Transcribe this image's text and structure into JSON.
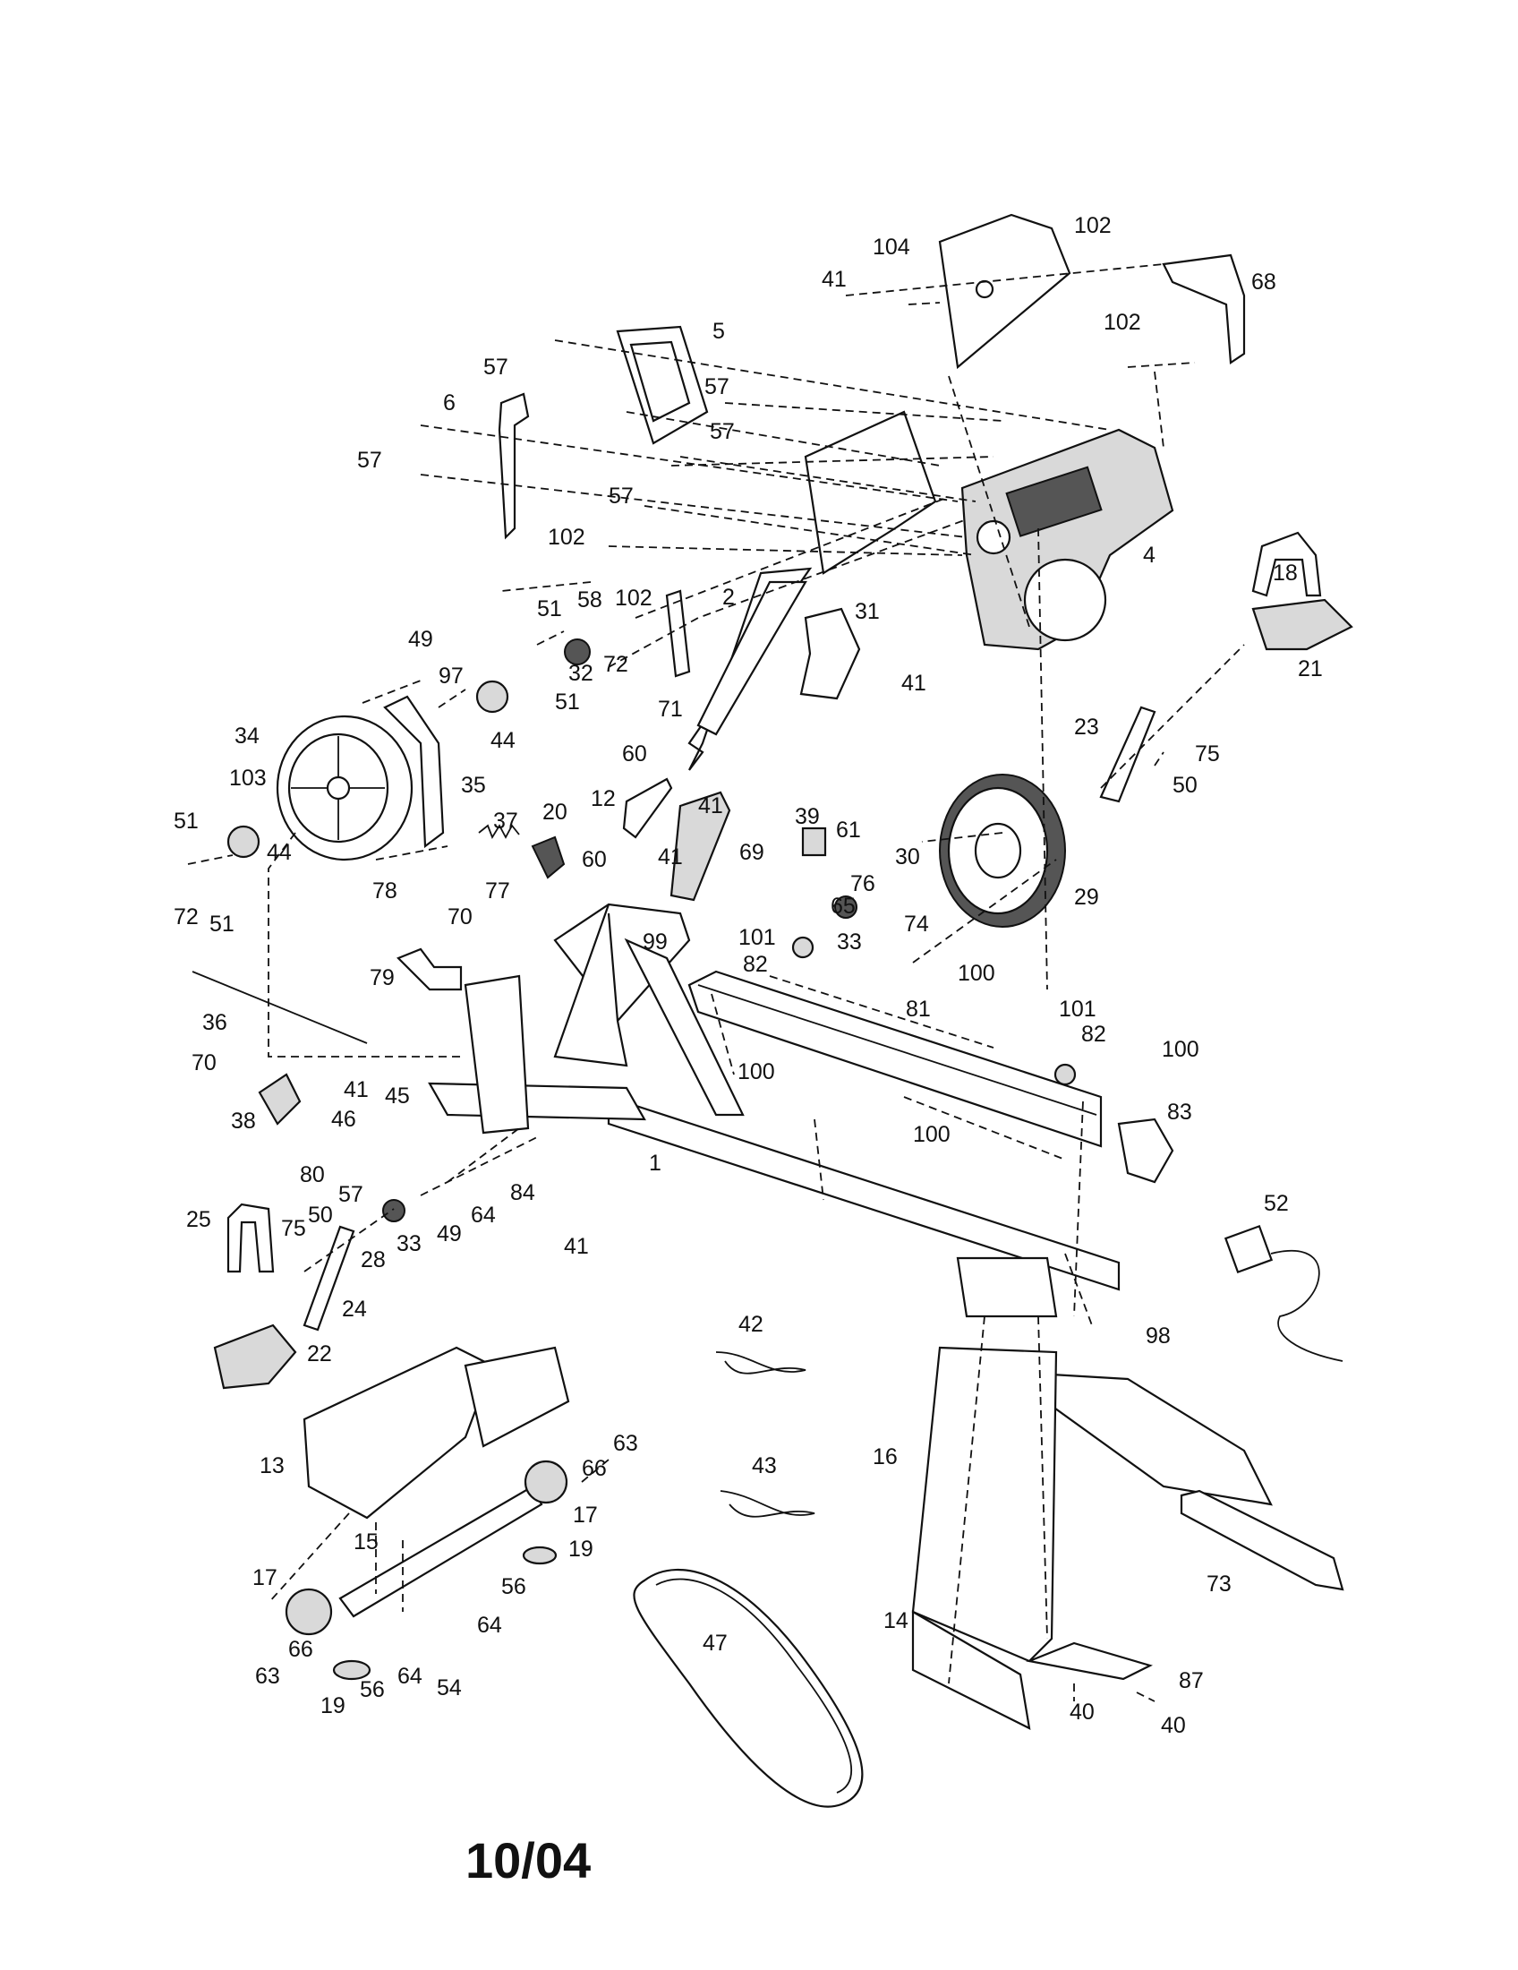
{
  "footer": {
    "date_code": "10/04"
  },
  "callouts": {
    "c104": "104",
    "c102": "102",
    "c41": "41",
    "c68": "68",
    "c5": "5",
    "c57": "57",
    "c6": "6",
    "c4": "4",
    "c2": "2",
    "c31": "31",
    "c18": "18",
    "c21": "21",
    "c49": "49",
    "c51": "51",
    "c58": "58",
    "c72": "72",
    "c32": "32",
    "c97": "97",
    "c44": "44",
    "c71": "71",
    "c34": "34",
    "c35": "35",
    "c103": "103",
    "c37": "37",
    "c78": "78",
    "c77": "77",
    "c20": "20",
    "c60": "60",
    "c12": "12",
    "c69": "69",
    "c39": "39",
    "c61": "61",
    "c30": "30",
    "c76": "76",
    "c65": "65",
    "c74": "74",
    "c33": "33",
    "c23": "23",
    "c75": "75",
    "c50": "50",
    "c29": "29",
    "c70": "70",
    "c79": "79",
    "c99": "99",
    "c101": "101",
    "c82": "82",
    "c100": "100",
    "c81": "81",
    "c36": "36",
    "c38": "38",
    "c45": "45",
    "c46": "46",
    "c80": "80",
    "c1": "1",
    "c83": "83",
    "c84": "84",
    "c64": "64",
    "c25": "25",
    "c28": "28",
    "c24": "24",
    "c22": "22",
    "c52": "52",
    "c42": "42",
    "c98": "98",
    "c43": "43",
    "c13": "13",
    "c66": "66",
    "c63": "63",
    "c17": "17",
    "c16": "16",
    "c15": "15",
    "c19": "19",
    "c56": "56",
    "c73": "73",
    "c14": "14",
    "c47": "47",
    "c54": "54",
    "c87": "87",
    "c40": "40"
  }
}
